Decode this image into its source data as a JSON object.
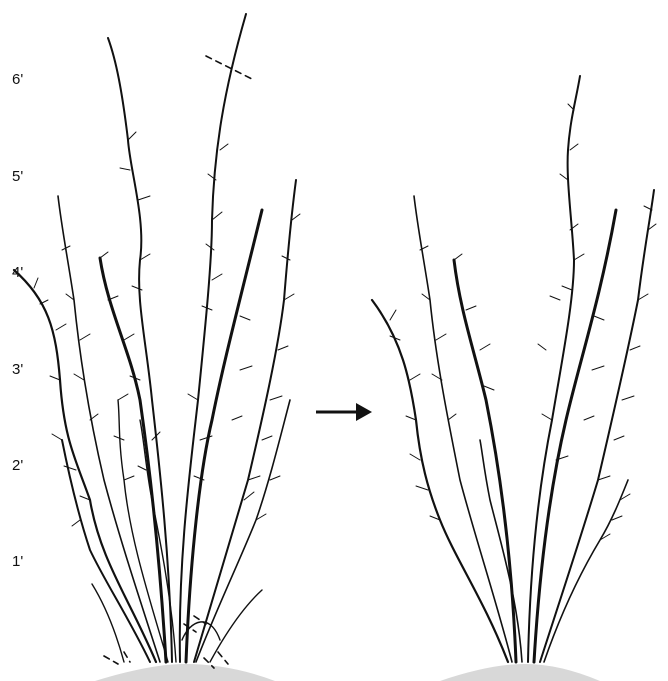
{
  "height_scale": {
    "labels": [
      "1'",
      "2'",
      "3'",
      "4'",
      "5'",
      "6'"
    ]
  },
  "illustration": {
    "arrow_icon": "right-arrow-icon",
    "colors": {
      "branch": "#111111",
      "ground": "#d8d8d8",
      "cut_mark": "#111111"
    }
  }
}
